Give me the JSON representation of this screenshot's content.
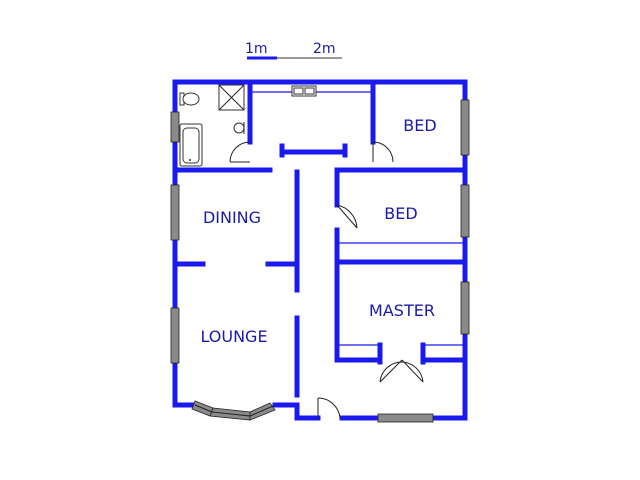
{
  "scale_bar": {
    "label_1": "1m",
    "label_2": "2m"
  },
  "rooms": {
    "bed_1": "BED",
    "bed_2": "BED",
    "dining": "DINING",
    "master": "MASTER",
    "lounge": "LOUNGE"
  },
  "colors": {
    "wall": "#1a1aee",
    "label": "#1a1aa8",
    "window": "#8a8a8a"
  }
}
